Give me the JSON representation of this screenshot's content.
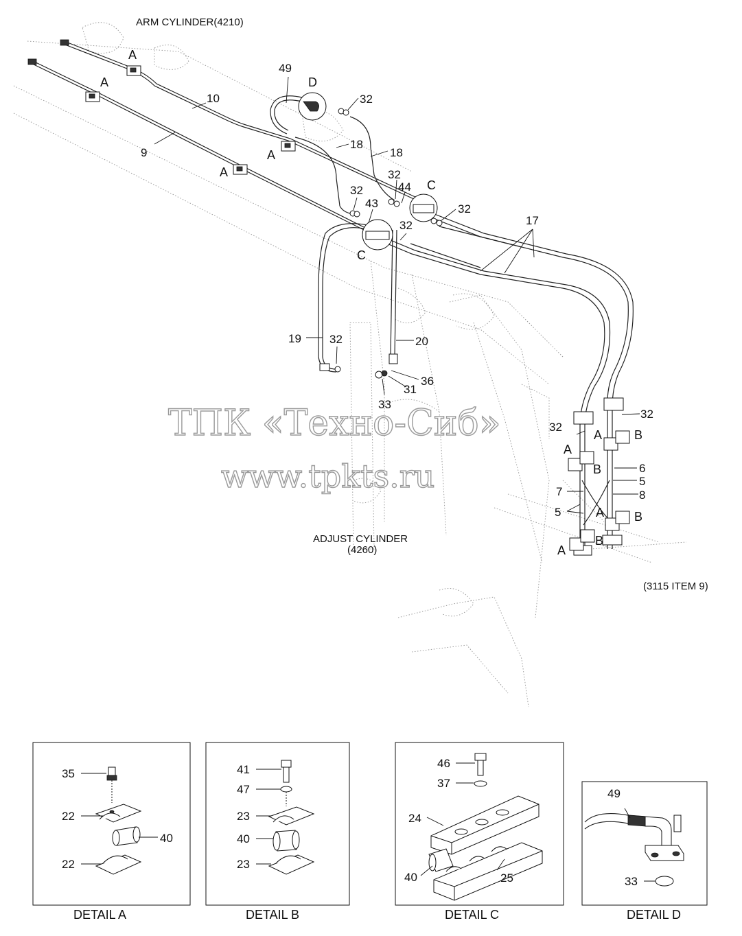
{
  "labels": {
    "arm_cylinder": "ARM CYLINDER(4210)",
    "adjust_cylinder_1": "ADJUST CYLINDER",
    "adjust_cylinder_2": "(4260)",
    "ref_3115": "(3115 ITEM 9)",
    "n49": "49",
    "n10": "10",
    "n9": "9",
    "n18a": "18",
    "n18b": "18",
    "n32a": "32",
    "n32b": "32",
    "n32c": "32",
    "n32d": "32",
    "n32e": "32",
    "n32f": "32",
    "n32g": "32",
    "n32h": "32",
    "n44": "44",
    "n43": "43",
    "n17": "17",
    "n19": "19",
    "n20": "20",
    "n36": "36",
    "n31": "31",
    "n33": "33",
    "n6": "6",
    "n5a": "5",
    "n5b": "5",
    "n7": "7",
    "n8": "8",
    "A": "A",
    "B": "B",
    "C": "C",
    "D": "D"
  },
  "watermark": {
    "line1": "ТПК «Техно-Сиб»",
    "line2": "www.tpkts.ru"
  },
  "details": {
    "a": {
      "caption": "DETAIL A",
      "n35": "35",
      "n22_top": "22",
      "n22_bottom": "22",
      "n40": "40"
    },
    "b": {
      "caption": "DETAIL B",
      "n41": "41",
      "n47": "47",
      "n23_top": "23",
      "n40": "40",
      "n23_bottom": "23"
    },
    "c": {
      "caption": "DETAIL C",
      "n46": "46",
      "n37": "37",
      "n24": "24",
      "n40": "40",
      "n25": "25"
    },
    "d": {
      "caption": "DETAIL D",
      "n49": "49",
      "n33": "33"
    }
  }
}
